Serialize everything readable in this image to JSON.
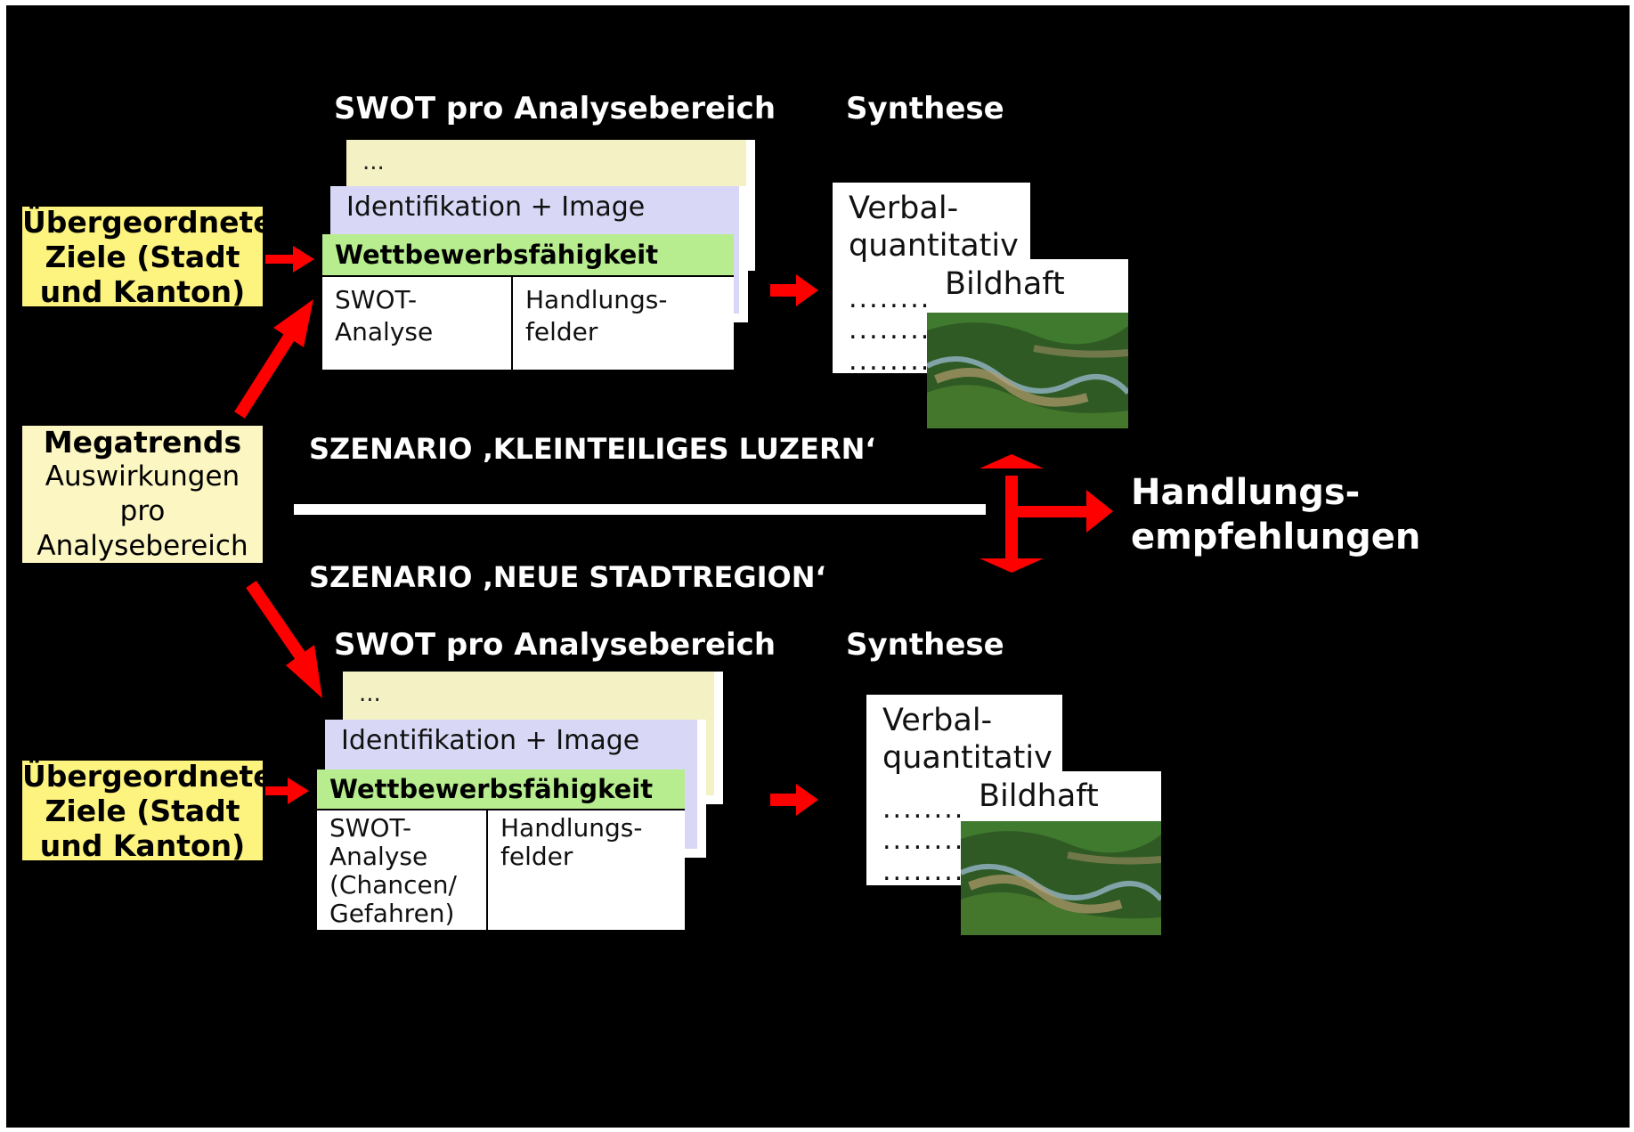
{
  "top": {
    "swot_heading": "SWOT pro Analysebereich",
    "synthese_heading": "Synthese",
    "goals_box": [
      "Übergeordnete",
      "Ziele (Stadt",
      "und Kanton)"
    ],
    "card_back_label": "...",
    "card_mid_label": "Identifikation + Image",
    "card_front_title": "Wettbewerbsfähigkeit",
    "card_front_left": [
      "SWOT-",
      "Analyse"
    ],
    "card_front_right": [
      "Handlungs-",
      "felder"
    ],
    "synthese_text": [
      "Verbal-",
      "quantitativ"
    ],
    "synthese_dots": [
      "........",
      "........",
      "........"
    ],
    "bildhaft_label": "Bildhaft"
  },
  "megatrends": {
    "title": "Megatrends",
    "lines": [
      "Auswirkungen",
      "pro",
      "Analysebereich"
    ]
  },
  "scenario_1": "SZENARIO ‚KLEINTEILIGES LUZERN‘",
  "scenario_2": "SZENARIO ‚NEUE STADTREGION‘",
  "output": [
    "Handlungs-",
    "empfehlungen"
  ],
  "bottom": {
    "swot_heading": "SWOT pro Analysebereich",
    "synthese_heading": "Synthese",
    "goals_box": [
      "Übergeordnete",
      "Ziele (Stadt",
      "und Kanton)"
    ],
    "card_back_label": "...",
    "card_mid_label": "Identifikation + Image",
    "card_front_title": "Wettbewerbsfähigkeit",
    "card_front_left": [
      "SWOT-",
      "Analyse",
      "(Chancen/",
      "Gefahren)"
    ],
    "card_front_right": [
      "Handlungs-",
      "felder"
    ],
    "synthese_text": [
      "Verbal-",
      "quantitativ"
    ],
    "synthese_dots": [
      "........",
      "........",
      "........"
    ],
    "bildhaft_label": "Bildhaft"
  },
  "colors": {
    "background": "#000000",
    "arrow": "#ff0000",
    "goals_box": "#fdf37f",
    "megatrends_box": "#fbf6c2",
    "card_back": "#f4f1c5",
    "card_mid": "#d8d8f6",
    "card_header": "#b7ec8f"
  }
}
